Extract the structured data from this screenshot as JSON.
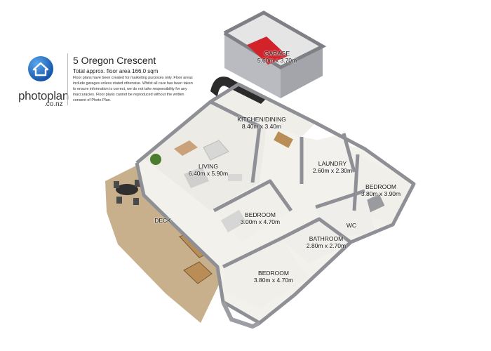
{
  "brand": {
    "name": "photoplan",
    "domain": ".co.nz",
    "logo_icon": "house-in-globe-icon",
    "accent": "#1d6fc2"
  },
  "header": {
    "title": "5 Oregon Crescent",
    "area": "Total approx. floor area 166.0 sqm",
    "disclaimer": "Floor plans have been created for marketing purposes only. Floor areas include garages unless stated otherwise. Whilst all care has been taken to ensure information is correct, we do not take responsibility for any inaccuracies. Floor plans cannot be reproduced without the written consent of Photo Plan."
  },
  "rooms": {
    "garage": {
      "name": "GARAGE",
      "dims": "5.60m x 3.70m"
    },
    "kitchen": {
      "name": "KITCHEN/DINING",
      "dims": "8.40m x 3.40m"
    },
    "living": {
      "name": "LIVING",
      "dims": "6.40m x 5.90m"
    },
    "laundry": {
      "name": "LAUNDRY",
      "dims": "2.60m x 2.30m"
    },
    "bedroom1": {
      "name": "BEDROOM",
      "dims": "3.80m x 3.90m"
    },
    "bedroom2": {
      "name": "BEDROOM",
      "dims": "3.00m x 4.70m"
    },
    "wc": {
      "name": "WC"
    },
    "bathroom": {
      "name": "BATHROOM",
      "dims": "2.80m x 2.70m"
    },
    "bedroom3": {
      "name": "BEDROOM",
      "dims": "3.80m x 4.70m"
    },
    "deck": {
      "name": "DECK"
    }
  },
  "colors": {
    "wall": "#8e9096",
    "floor_light": "#f3f1ec",
    "deck": "#c9b08d",
    "garage_floor": "#e5e5e5",
    "car": "#d3232a"
  }
}
